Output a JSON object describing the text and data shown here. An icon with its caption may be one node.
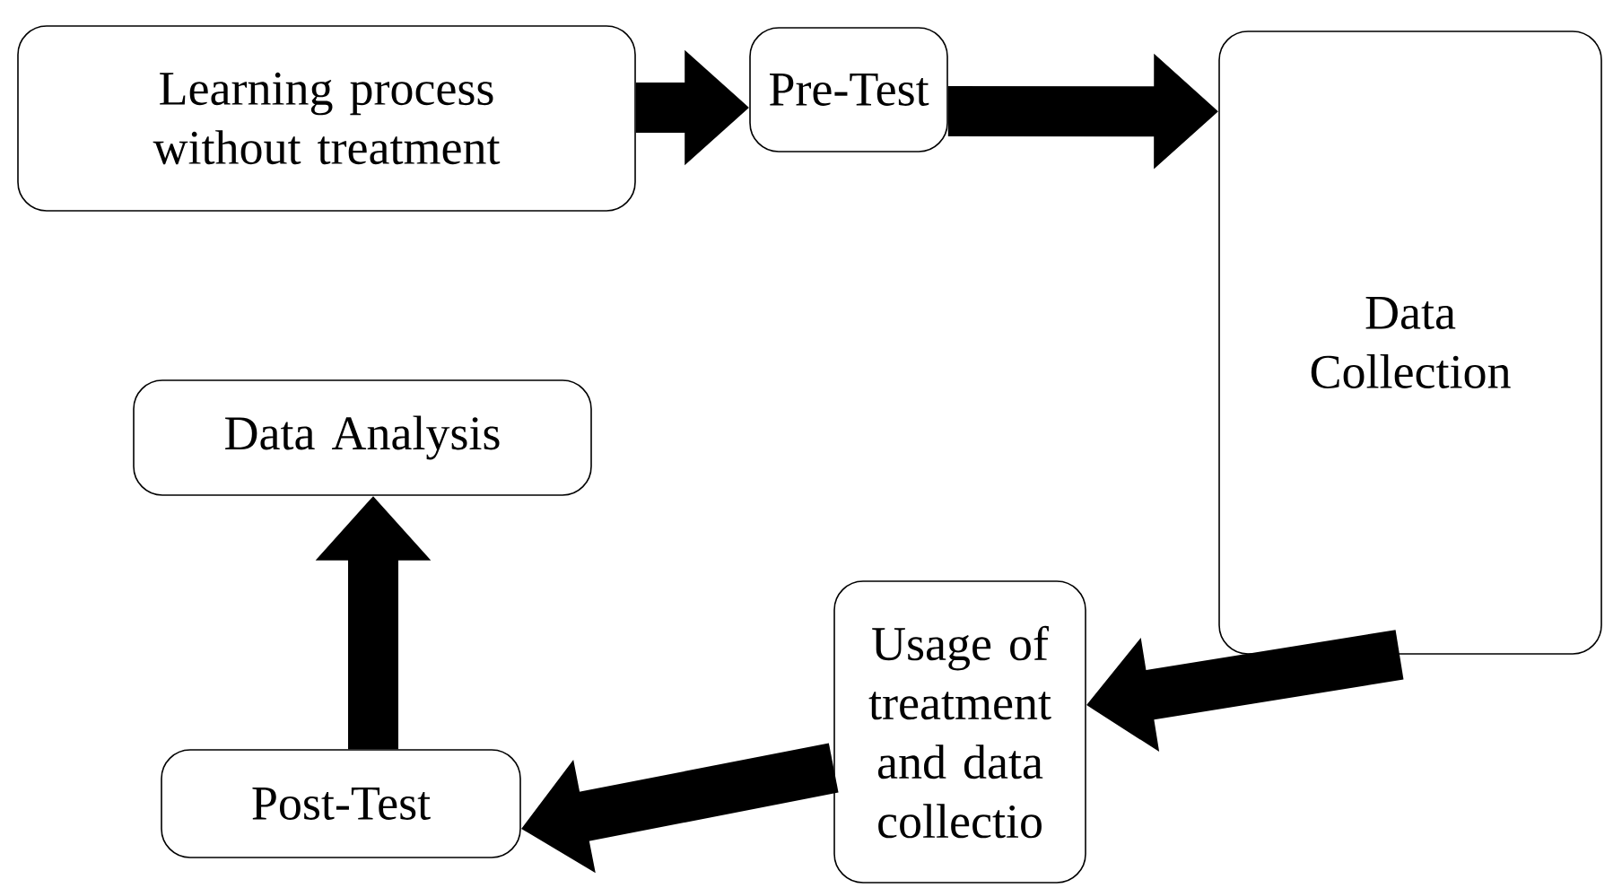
{
  "diagram": {
    "nodes": [
      {
        "text": [
          "Learning process without treatment"
        ]
      },
      {
        "text": [
          "Pre-Test"
        ]
      },
      {
        "text": [
          "Data Collection"
        ]
      },
      {
        "text": [
          "Usage of treatment and data collectio"
        ]
      },
      {
        "text": [
          "Post-Test"
        ]
      },
      {
        "text": [
          "Data Analysis"
        ]
      }
    ],
    "edges": [
      {
        "from": 0,
        "to": 1,
        "arrow": "to"
      },
      {
        "from": 1,
        "to": 2,
        "arrow": "to"
      },
      {
        "from": 2,
        "to": 3,
        "arrow": "to"
      },
      {
        "from": 3,
        "to": 4,
        "arrow": "to"
      },
      {
        "from": 4,
        "to": 5,
        "arrow": "to"
      }
    ]
  }
}
